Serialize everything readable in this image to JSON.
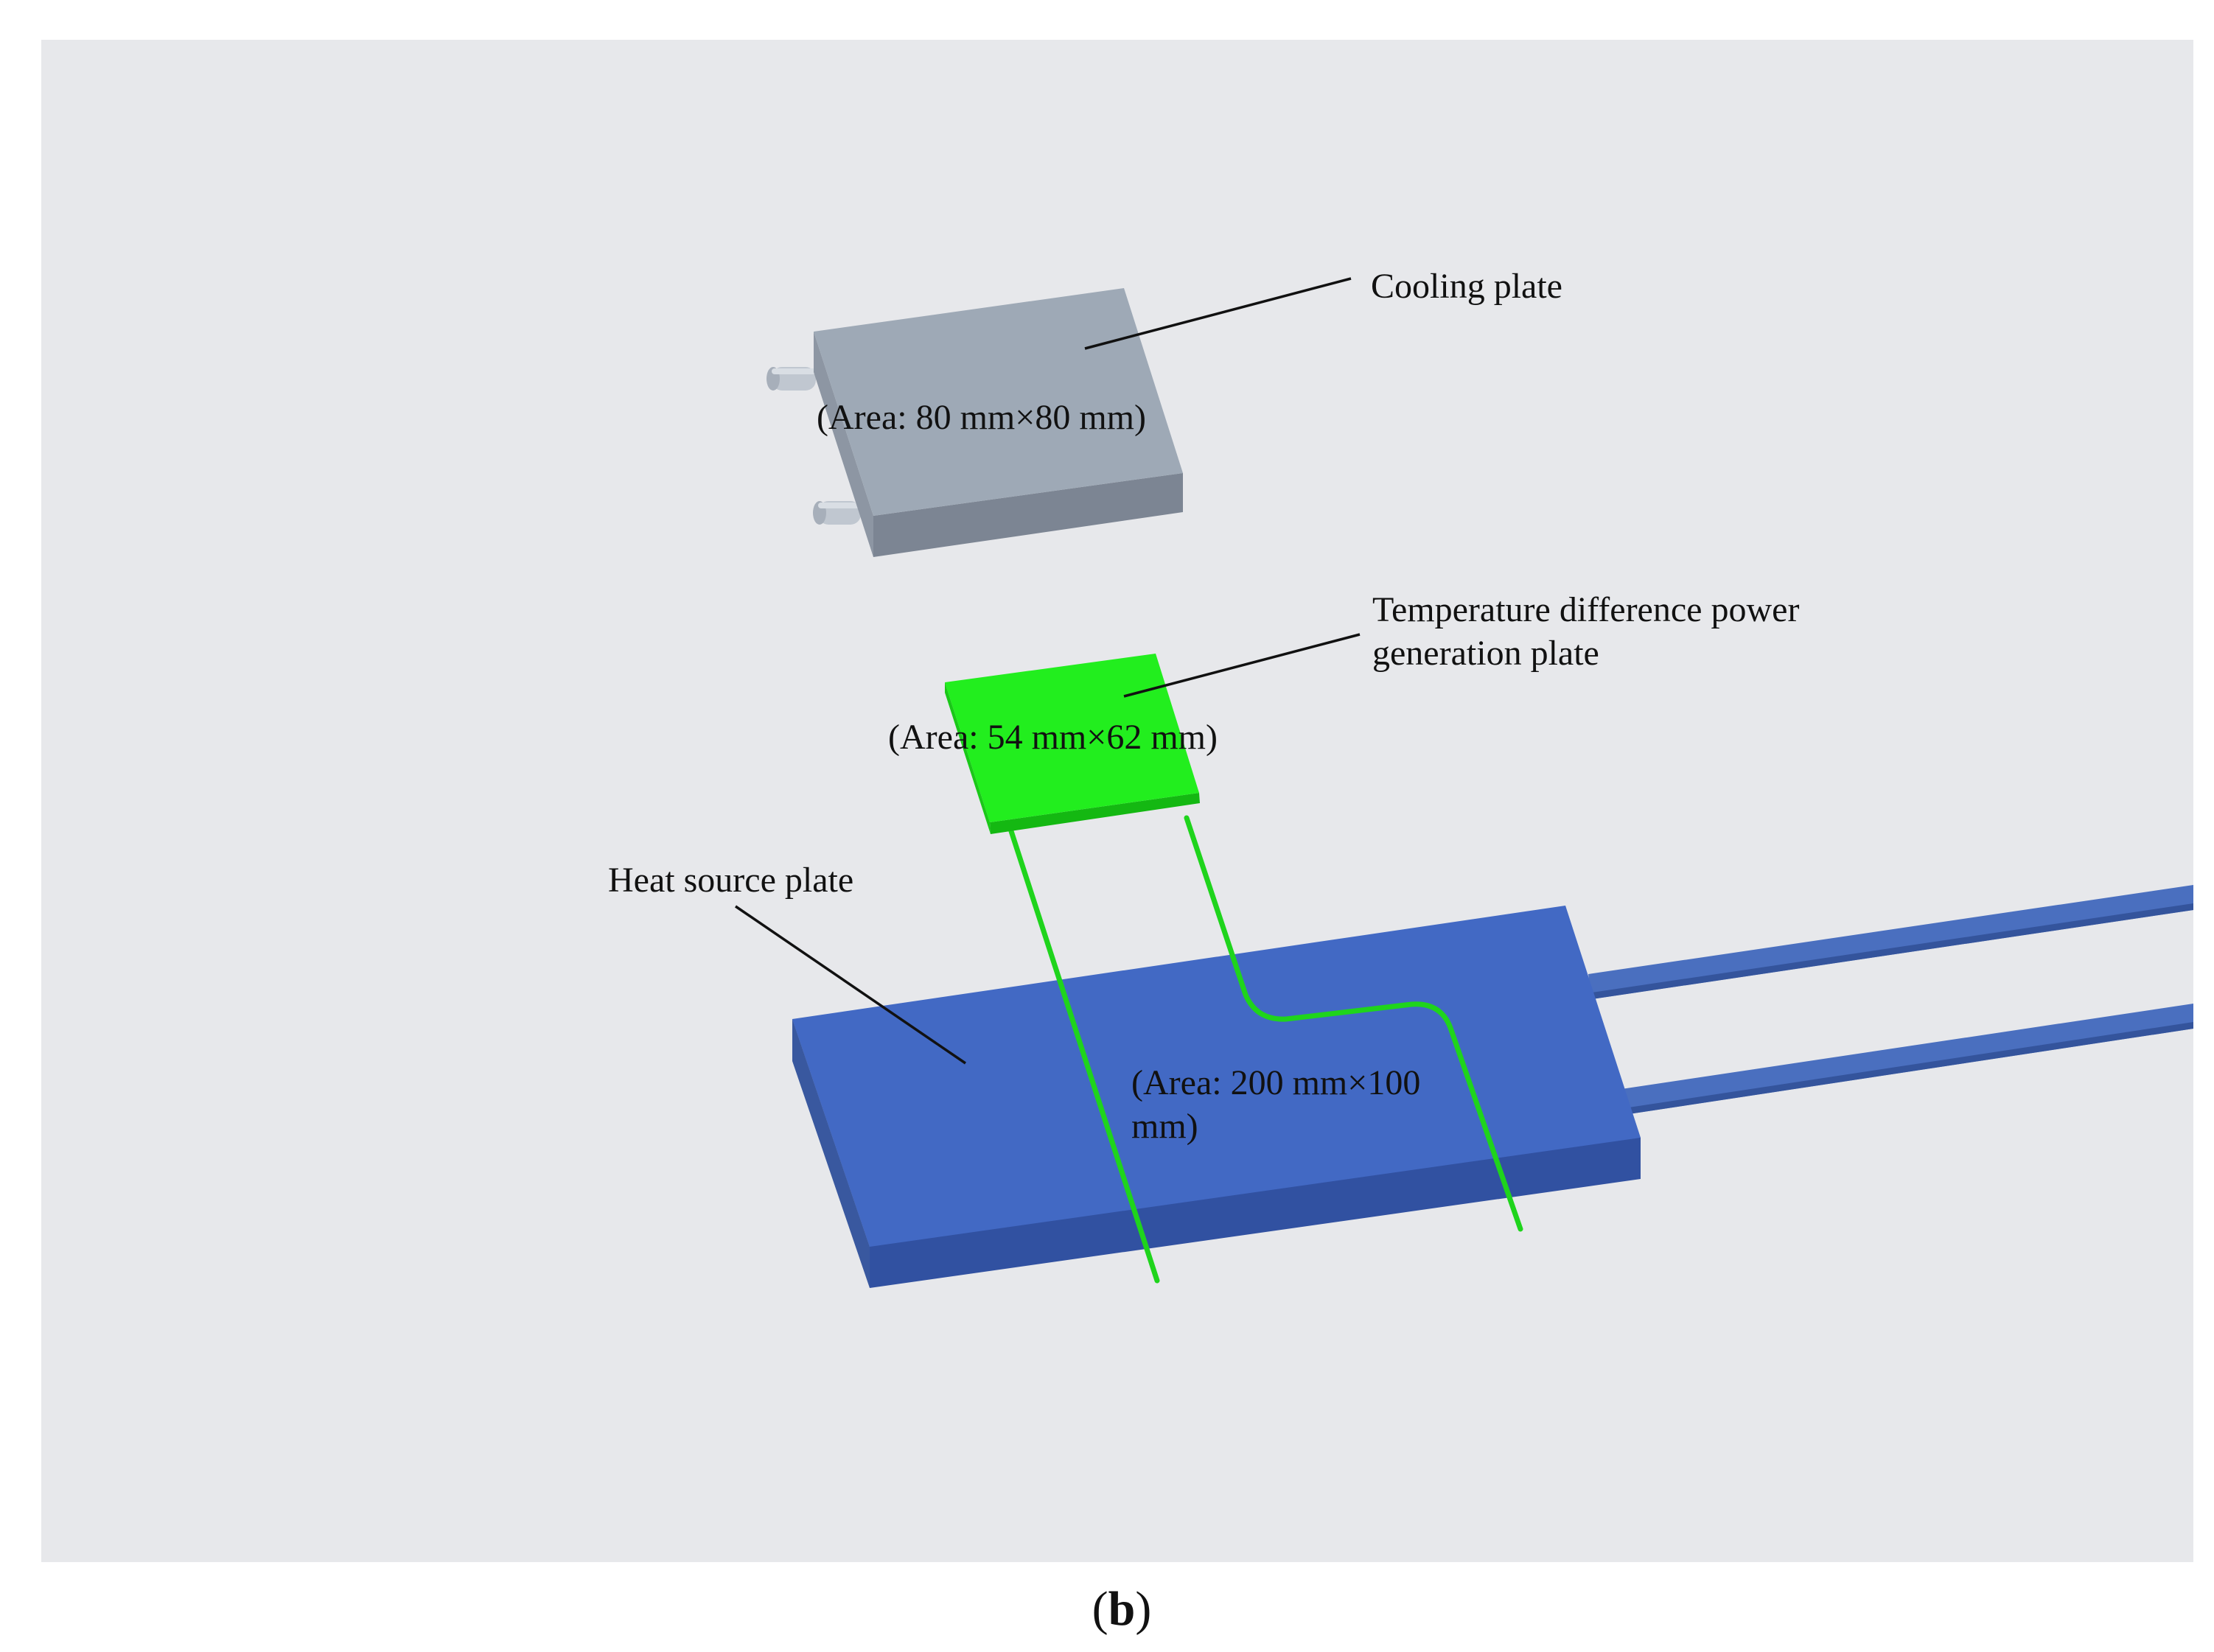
{
  "figure": {
    "caption_open": "(",
    "caption_letter": "b",
    "caption_close": ")"
  },
  "cooling_plate": {
    "label": "Cooling plate",
    "area": "(Area: 80 mm×80 mm)"
  },
  "teg_plate": {
    "label_line1": "Temperature difference power",
    "label_line2": "generation plate",
    "area": "(Area: 54 mm×62 mm)"
  },
  "heat_source_plate": {
    "label": "Heat source plate",
    "area_line1": "(Area: 200 mm×100",
    "area_line2": "mm)"
  },
  "colors": {
    "background": "#e7e8eb",
    "cooling_plate_top": "#9ea9b6",
    "teg_green": "#22ee1e",
    "heat_plate_top": "#4269c4",
    "leader_line": "#111111"
  }
}
